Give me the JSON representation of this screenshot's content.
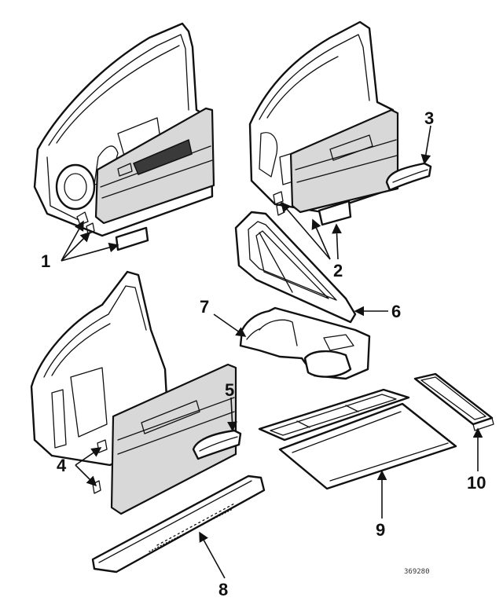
{
  "callouts": [
    {
      "id": "1",
      "text": "1"
    },
    {
      "id": "2",
      "text": "2"
    },
    {
      "id": "3",
      "text": "3"
    },
    {
      "id": "4",
      "text": "4"
    },
    {
      "id": "5",
      "text": "5"
    },
    {
      "id": "6",
      "text": "6"
    },
    {
      "id": "7",
      "text": "7"
    },
    {
      "id": "8",
      "text": "8"
    },
    {
      "id": "9",
      "text": "9"
    },
    {
      "id": "10",
      "text": "10"
    }
  ],
  "reference_code": "369280",
  "colors": {
    "ink": "#111111",
    "background": "#ffffff",
    "panel_fill": "#d8d8d8"
  }
}
